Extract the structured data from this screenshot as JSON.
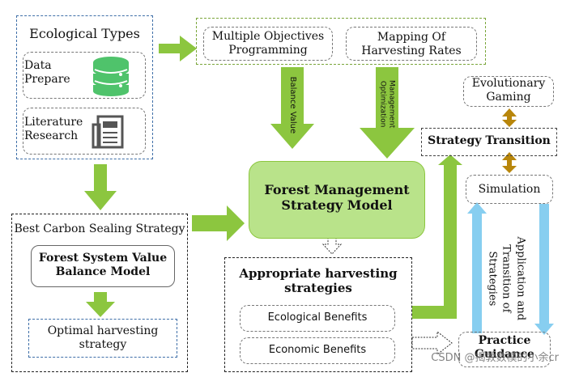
{
  "ecological": {
    "title": "Ecological Types",
    "data_prepare": "Data\nPrepare",
    "literature_research": "Literature\nResearch"
  },
  "top": {
    "multiple_objectives": "Multiple Objectives\nProgramming",
    "mapping": "Mapping Of\nHarvesting Rates"
  },
  "arrows": {
    "balance_value": "Balance Value",
    "management_optimization": "Management\nOptimization"
  },
  "center": {
    "model": "Forest Management\nStrategy Model"
  },
  "left_panel": {
    "title": "Best Carbon Sealing Strategy",
    "balance_model": "Forest System Value\nBalance Model",
    "optimal": "Optimal harvesting\nstrategy"
  },
  "harvest": {
    "title": "Appropriate harvesting\nstrategies",
    "ecological_benefits": "Ecological Benefits",
    "economic_benefits": "Economic Benefits"
  },
  "right": {
    "evolutionary": "Evolutionary\nGaming",
    "transition": "Strategy Transition",
    "simulation": "Simulation",
    "application": "Application and\nTransition of\nStrategies",
    "practice": "Practice\nGuidance"
  },
  "watermark": "CSDN @揭敦数模的小余cr",
  "colors": {
    "green_arrow": "#8cc63f",
    "gold_arrow": "#b8860b",
    "blue_arrow": "#87cef0",
    "model_fill": "#b9e38a",
    "icon_green": "#4fc36b"
  }
}
